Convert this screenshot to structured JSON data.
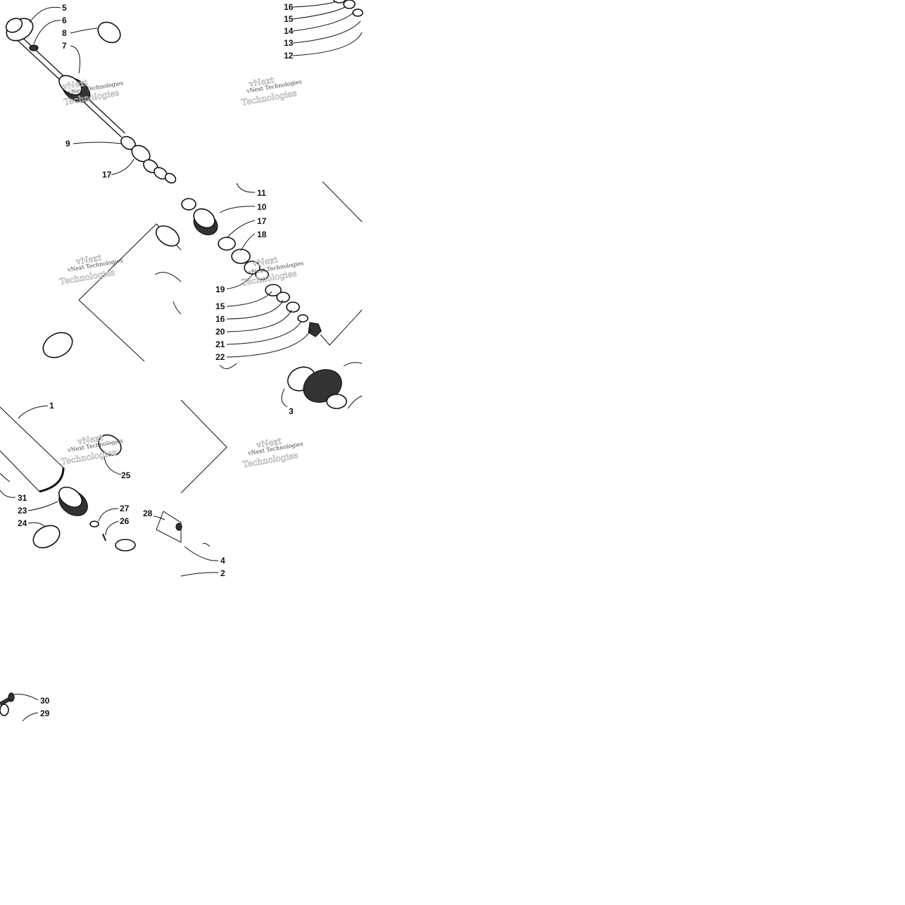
{
  "watermark": "vNext Technologies",
  "callouts": [
    {
      "n": "5"
    },
    {
      "n": "6"
    },
    {
      "n": "8"
    },
    {
      "n": "7"
    },
    {
      "n": "9"
    },
    {
      "n": "17"
    },
    {
      "n": "16"
    },
    {
      "n": "15"
    },
    {
      "n": "14"
    },
    {
      "n": "13"
    },
    {
      "n": "12"
    },
    {
      "n": "11"
    },
    {
      "n": "10"
    },
    {
      "n": "17"
    },
    {
      "n": "18"
    },
    {
      "n": "19"
    },
    {
      "n": "15"
    },
    {
      "n": "16"
    },
    {
      "n": "20"
    },
    {
      "n": "21"
    },
    {
      "n": "22"
    },
    {
      "n": "3"
    },
    {
      "n": "1"
    },
    {
      "n": "25"
    },
    {
      "n": "31"
    },
    {
      "n": "23"
    },
    {
      "n": "27"
    },
    {
      "n": "24"
    },
    {
      "n": "26"
    },
    {
      "n": "28"
    },
    {
      "n": "4"
    },
    {
      "n": "2"
    },
    {
      "n": "30"
    },
    {
      "n": "29"
    }
  ]
}
